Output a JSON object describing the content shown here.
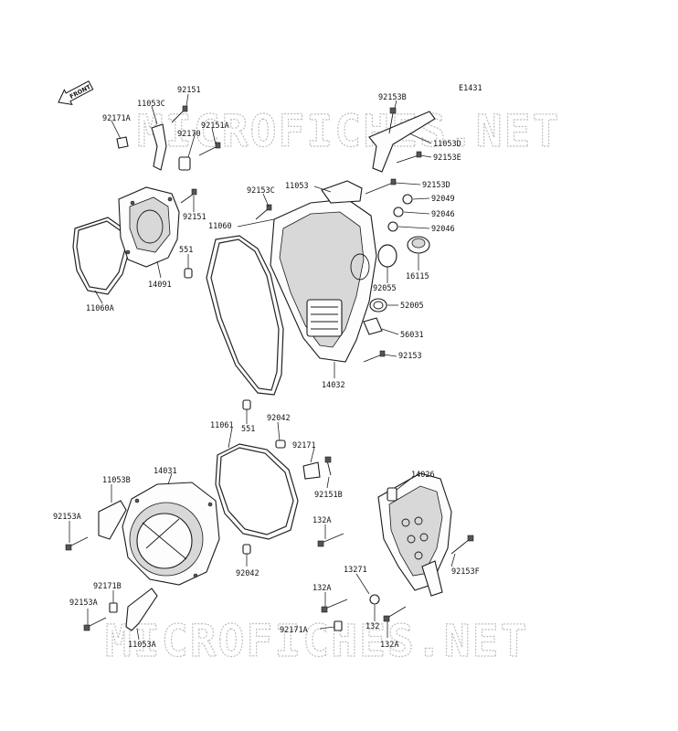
{
  "diagram_code": "E1431",
  "front_label": "FRONT",
  "watermark_top": "MICROFICHES.NET",
  "watermark_bottom": "MICROFICHES.NET",
  "labels": {
    "p92151_top": "92151",
    "p11053C": "11053C",
    "p92171A_top": "92171A",
    "p92170": "92170",
    "p92151A": "92151A",
    "p92151_mid": "92151",
    "p14091": "14091",
    "p11060A": "11060A",
    "p92153B": "92153B",
    "p11053D": "11053D",
    "p92153E": "92153E",
    "p11053": "11053",
    "p92153D": "92153D",
    "p92153C": "92153C",
    "p92049": "92049",
    "p92046_a": "92046",
    "p92046_b": "92046",
    "p11060": "11060",
    "p551_top": "551",
    "p16115": "16115",
    "p92055": "92055",
    "p52005": "52005",
    "p56031": "56031",
    "p92153": "92153",
    "p14032": "14032",
    "p551_bottom": "551",
    "p11061": "11061",
    "p92042_top": "92042",
    "p92171": "92171",
    "p92151B": "92151B",
    "p14031": "14031",
    "p11053B": "11053B",
    "p92153A_a": "92153A",
    "p14026": "14026",
    "p132A_a": "132A",
    "p92153F": "92153F",
    "p92042_bottom": "92042",
    "p13271": "13271",
    "p132A_b": "132A",
    "p92171B": "92171B",
    "p92153A_b": "92153A",
    "p132": "132",
    "p92171A_bottom": "92171A",
    "p132A_c": "132A",
    "p11053A": "11053A"
  }
}
